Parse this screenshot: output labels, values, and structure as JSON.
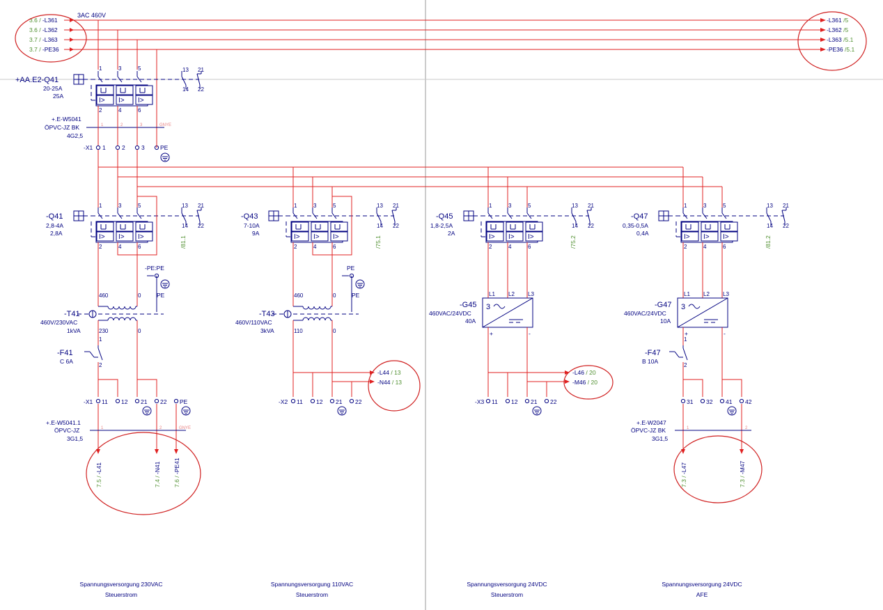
{
  "colors": {
    "wire": "#e02020",
    "symbol": "#000080",
    "ref": "#4f8f2f",
    "core": "#e88080",
    "highlight": "#d02020"
  },
  "supply": {
    "label": "3AC 460V",
    "in_refs": [
      {
        "ref": "3.6",
        "name": "-L361"
      },
      {
        "ref": "3.6",
        "name": "-L362"
      },
      {
        "ref": "3.7",
        "name": "-L363"
      },
      {
        "ref": "3.7",
        "name": "-PE36"
      }
    ],
    "out_refs": [
      {
        "name": "-L361",
        "ref": "5"
      },
      {
        "name": "-L362",
        "ref": "5"
      },
      {
        "name": "-L363",
        "ref": "5.1"
      },
      {
        "name": "-PE36",
        "ref": "5.1"
      }
    ]
  },
  "main_breaker": {
    "tag": "+AA.E2-Q41",
    "rating1": "20-25A",
    "rating2": "25A",
    "poles": [
      "1",
      "3",
      "5"
    ],
    "out": [
      "2",
      "4",
      "6"
    ],
    "aux": [
      "13",
      "14",
      "21",
      "22"
    ]
  },
  "cable_main": {
    "tag": "+.E-W5041",
    "type": "ÖPVC-JZ BK",
    "size": "4G2,5",
    "cores": [
      "1",
      "2",
      "3",
      "GNYE"
    ]
  },
  "terminal_x1_top": {
    "strip": "-X1",
    "terms": [
      "1",
      "2",
      "3",
      "PE"
    ]
  },
  "sections": [
    {
      "breaker": "-Q41",
      "r1": "2,8-4A",
      "r2": "2,8A",
      "aux_ref": "/81.1",
      "device": "-T41",
      "spec1": "460V/230VAC",
      "spec2": "1kVA",
      "prim": "460",
      "sec": "230",
      "zero": "0",
      "pe": "-PE:PE",
      "pe2": "PE",
      "fuse": "-F41",
      "fuse_r": "C 6A",
      "fuse_pins": [
        "1",
        "2"
      ],
      "strip": "-X1",
      "terms": [
        "11",
        "12",
        "21",
        "22",
        "PE"
      ],
      "cable": {
        "tag": "+.E-W5041.1",
        "type": "ÖPVC-JZ",
        "size": "3G1,5",
        "cores": [
          "1",
          "2",
          "GNYE"
        ]
      },
      "outs": [
        {
          "ref": "7.5",
          "name": "-L41"
        },
        {
          "ref": "7.4",
          "name": "-N41"
        },
        {
          "ref": "7.6",
          "name": "-PE41"
        }
      ],
      "title1": "Spannungsversorgung 230VAC",
      "title2": "Steuerstrom"
    },
    {
      "breaker": "-Q43",
      "r1": "7-10A",
      "r2": "9A",
      "aux_ref": "/75.1",
      "device": "-T43",
      "spec1": "460V/110VAC",
      "spec2": "3kVA",
      "prim": "460",
      "sec": "110",
      "zero": "0",
      "pe": "PE",
      "pe2": "PE",
      "strip": "-X2",
      "terms": [
        "11",
        "12",
        "21",
        "22"
      ],
      "outs": [
        {
          "name": "-L44",
          "ref": "13"
        },
        {
          "name": "-N44",
          "ref": "13"
        }
      ],
      "title1": "Spannungsversorgung 110VAC",
      "title2": "Steuerstrom"
    },
    {
      "breaker": "-Q45",
      "r1": "1,8-2,5A",
      "r2": "2A",
      "aux_ref": "/75.2",
      "device": "-G45",
      "spec1": "460VAC/24VDC",
      "spec2": "40A",
      "ph": [
        "L1",
        "L2",
        "L3"
      ],
      "plus": "+",
      "minus": "-",
      "strip": "-X3",
      "terms": [
        "11",
        "12",
        "21",
        "22"
      ],
      "outs": [
        {
          "name": "-L46",
          "ref": "20"
        },
        {
          "name": "-M46",
          "ref": "20"
        }
      ],
      "title1": "Spannungsversorgung 24VDC",
      "title2": "Steuerstrom"
    },
    {
      "breaker": "-Q47",
      "r1": "0,35-0,5A",
      "r2": "0,4A",
      "aux_ref": "/81.2",
      "device": "-G47",
      "spec1": "460VAC/24VDC",
      "spec2": "10A",
      "ph": [
        "L1",
        "L2",
        "L3"
      ],
      "plus": "+",
      "minus": "-",
      "fuse": "-F47",
      "fuse_r": "B 10A",
      "fuse_pins": [
        "1",
        "2"
      ],
      "terms": [
        "31",
        "32",
        "41",
        "42"
      ],
      "cable": {
        "tag": "+.E-W2047",
        "type": "ÖPVC-JZ BK",
        "size": "3G1,5",
        "cores": [
          "1",
          "2"
        ]
      },
      "outs": [
        {
          "ref": "7.3",
          "name": "-L47"
        },
        {
          "ref": "7.3",
          "name": "-M47"
        }
      ],
      "title1": "Spannungsversorgung 24VDC",
      "title2": "AFE"
    }
  ],
  "breaker_common": {
    "poles": [
      "1",
      "3",
      "5"
    ],
    "out": [
      "2",
      "4",
      "6"
    ],
    "aux": [
      "13",
      "21",
      "14",
      "22"
    ]
  }
}
